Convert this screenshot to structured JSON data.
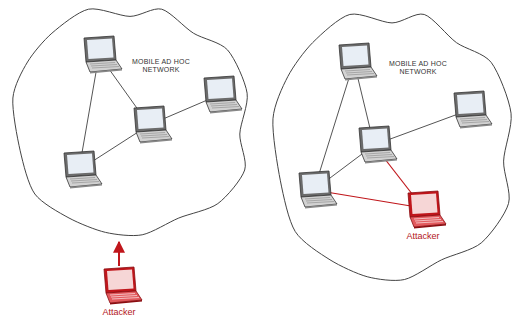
{
  "diagram": {
    "nodes": [
      {
        "text": [
          "MOBILE AD HOC NETWORK"
        ]
      },
      {
        "text": [
          "Attacker"
        ]
      },
      {
        "text": [
          "MOBILE AD HOC NETWORK"
        ]
      },
      {
        "text": [
          "Attacker"
        ],
        "in": 2
      }
    ],
    "edges": [
      {
        "from": 1,
        "to": 0,
        "arrow": "to"
      }
    ]
  }
}
